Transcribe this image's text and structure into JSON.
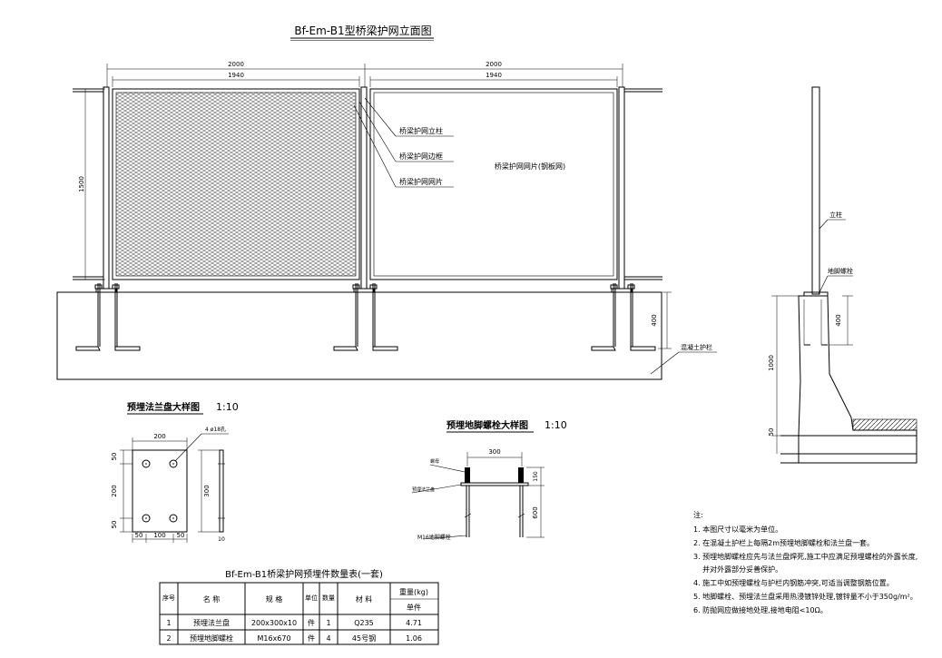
{
  "title": "Bf-Em-B1型桥梁护网立面图",
  "elevation": {
    "dim_top_left": "2000",
    "dim_top_left_inner": "1940",
    "dim_top_right": "2000",
    "dim_top_right_inner": "1940",
    "dim_height": "1500",
    "dim_anchor_depth": "400",
    "callouts": [
      "桥梁护网立柱",
      "桥梁护网边框",
      "桥梁护网网片"
    ],
    "panel_label": "桥梁护网网片(钢板网)",
    "base_label": "混凝土护栏"
  },
  "side_view": {
    "post_label": "立柱",
    "bolt_label": "地脚螺栓",
    "dim_total": "1000",
    "dim_anchor": "400",
    "dim_bottom": "50"
  },
  "flange_detail": {
    "title": "预埋法兰盘大样图",
    "scale": "1:10",
    "dim_width": "200",
    "hole_note": "4 ø18孔",
    "dim_height": "300",
    "dim_v_top": "50",
    "dim_v_mid": "200",
    "dim_v_bot": "50",
    "dim_h_left": "50",
    "dim_h_mid": "100",
    "dim_h_right": "50",
    "dim_thick": "10"
  },
  "bolt_detail": {
    "title": "预埋地脚螺栓大样图",
    "scale": "1:10",
    "dim_width": "300",
    "label_nut": "螺母",
    "label_flange": "预埋法兰盘",
    "label_bolt": "M16地脚螺栓",
    "dim_top": "150",
    "dim_length": "600"
  },
  "table": {
    "title": "Bf-Em-B1桥梁护网预埋件数量表(一套)",
    "headers": {
      "no": "序号",
      "name": "名 称",
      "spec": "规 格",
      "unit": "单位",
      "qty": "数量",
      "material": "材 料",
      "weight": "重量(kg)",
      "weight_sub": "单件"
    },
    "rows": [
      {
        "no": "1",
        "name": "预埋法兰盘",
        "spec": "200x300x10",
        "unit": "件",
        "qty": "1",
        "material": "Q235",
        "weight": "4.71"
      },
      {
        "no": "2",
        "name": "预埋地脚螺栓",
        "spec": "M16x670",
        "unit": "件",
        "qty": "4",
        "material": "45号钢",
        "weight": "1.06"
      }
    ]
  },
  "notes": {
    "heading": "注:",
    "items": [
      "1. 本图尺寸以毫米为单位。",
      "2. 在混凝土护栏上每隔2m预埋地脚螺栓和法兰盘一套。",
      "3. 预埋地脚螺栓应先与法兰盘焊死,施工中应满足预埋螺栓的外露长度,",
      "    并对外露部分妥善保护。",
      "4. 施工中如预埋螺栓与护栏内钢筋冲突,可适当调整钢筋位置。",
      "5. 地脚螺栓、预埋法兰盘采用热浸镀锌处理,镀锌量不小于350g/m²。",
      "6. 防抛网应做接地处理,接地电阻<10Ω。"
    ]
  }
}
